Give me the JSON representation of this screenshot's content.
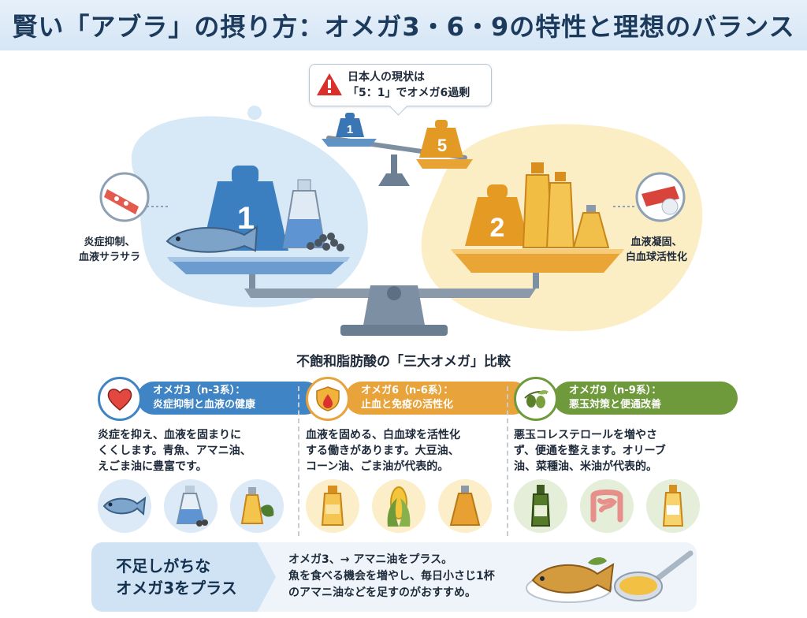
{
  "title": "賢い「アブラ」の摂り方：オメガ3・6・9の特性と理想のバランス",
  "callout": {
    "line1": "日本人の現状は",
    "line2": "「5：1」でオメガ6過剰",
    "small_scale": {
      "left_weight": "1",
      "right_weight": "5"
    }
  },
  "scale": {
    "left_weight": "1",
    "right_weight": "2",
    "left_effect": {
      "line1": "炎症抑制、",
      "line2": "血液サラサラ"
    },
    "right_effect": {
      "line1": "血液凝固、",
      "line2": "白血球活性化"
    }
  },
  "section_title": "不飽和脂肪酸の「三大オメガ」比較",
  "columns": [
    {
      "name": "オメガ3（n-3系）：",
      "subtitle": "炎症抑制と血液の健康",
      "color": "#3f84c4",
      "icon": "heart-icon",
      "body": [
        "炎症を抑え、血液を固まりに",
        "くくします。青魚、アマニ油、",
        "えごま油に豊富です。"
      ],
      "icons": [
        "fish-icon",
        "oil-flask-icon",
        "perilla-oil-icon"
      ]
    },
    {
      "name": "オメガ6（n-6系）：",
      "subtitle": "止血と免疫の活性化",
      "color": "#e8a33a",
      "icon": "shield-drop-icon",
      "body": [
        "血液を固める、白血球を活性化",
        "する働きがあります。大豆油、",
        "コーン油、ごま油が代表的。"
      ],
      "icons": [
        "oil-bottle-icon",
        "corn-icon",
        "sesame-oil-icon"
      ]
    },
    {
      "name": "オメガ9（n-9系）：",
      "subtitle": "悪玉対策と便通改善",
      "color": "#6f9a3c",
      "icon": "olive-icon",
      "body": [
        "悪玉コレステロールを増やさ",
        "ず、便通を整えます。オリーブ",
        "油、菜種油、米油が代表的。"
      ],
      "icons": [
        "olive-oil-bottle-icon",
        "intestine-icon",
        "rice-oil-bottle-icon"
      ]
    }
  ],
  "bottom": {
    "headline": [
      "不足しがちな",
      "オメガ3をプラス"
    ],
    "text": [
      "オメガ3、→ アマニ油をプラス。",
      "魚を食べる機会を増やし、毎日小さじ1杯",
      "のアマニ油などを足すのがおすすめ。"
    ]
  },
  "colors": {
    "omega3": "#3f84c4",
    "omega6": "#e8a33a",
    "omega9": "#6f9a3c",
    "title_bg": "#dbe8f5",
    "warning": "#d9302b"
  }
}
